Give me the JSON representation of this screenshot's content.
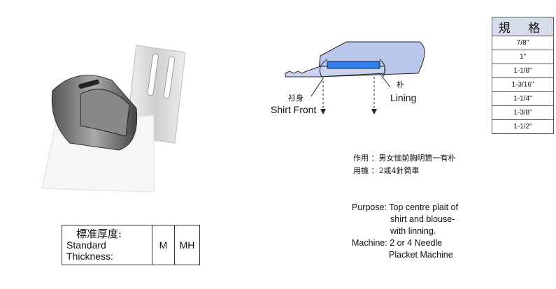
{
  "spec_table": {
    "header": "規 格",
    "sizes": [
      "7/8\"",
      "1\"",
      "1-1/8\"",
      "1-3/16\"",
      "1-1/4\"",
      "1-3/8\"",
      "1-1/2\""
    ]
  },
  "diagram": {
    "shirt_front_cn": "衫身",
    "shirt_front_en": "Shirt Front",
    "lining_cn": "朴",
    "lining_en": "Lining"
  },
  "usage_cn": {
    "purpose": "作用 ：男女恤前胸明筒一有朴",
    "machine": "用機 ：2或4針筒車"
  },
  "usage_en": {
    "purpose_line1": "Purpose: Top centre plait of",
    "purpose_line2": "shirt and blouse-",
    "purpose_line3": "with linning.",
    "machine_line1": "Machine: 2 or 4 Needle",
    "machine_line2": "Placket Machine"
  },
  "thickness": {
    "label_cn": "標准厚度:",
    "label_en": "Standard Thickness:",
    "options": [
      "M",
      "MH"
    ]
  },
  "colors": {
    "diagram_fill": "#b9c7ec",
    "lining_blue": "#2e7ff0",
    "header_bg": "#d6dcea"
  }
}
